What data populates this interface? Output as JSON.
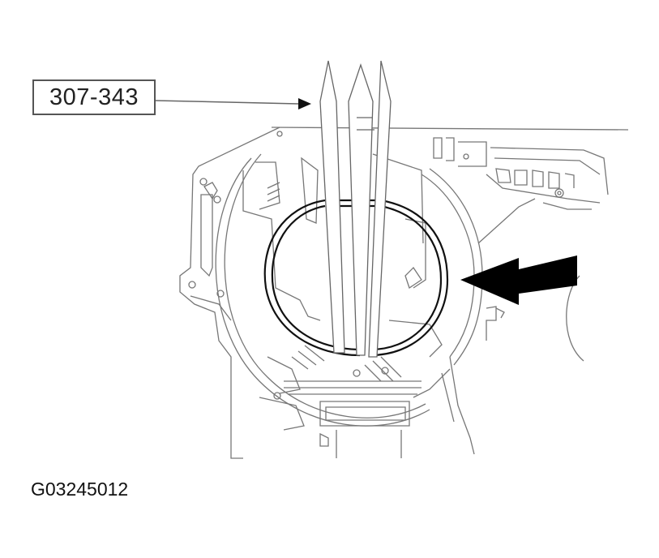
{
  "diagram": {
    "description": "Technical service illustration: snap ring pliers (special tool) removing/installing a snap ring inside a transmission housing",
    "callout": {
      "tool_number": "307-343",
      "points_to": "snap-ring-pliers"
    },
    "figure_id": "G03245012",
    "components": [
      {
        "name": "snap-ring-pliers",
        "type": "tool"
      },
      {
        "name": "snap-ring",
        "type": "part",
        "highlighted": true
      },
      {
        "name": "transmission-housing",
        "type": "part"
      }
    ],
    "direction_arrow": {
      "direction": "left",
      "points_to": "snap-ring"
    },
    "colors": {
      "line": "#555555",
      "emphasis": "#000000",
      "background": "#ffffff"
    }
  }
}
